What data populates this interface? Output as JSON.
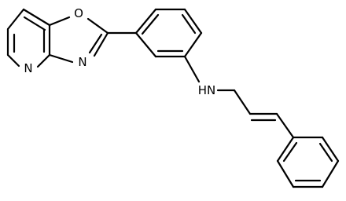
{
  "molecule": {
    "atoms": [
      {
        "id": "O1",
        "label": "O"
      },
      {
        "id": "N3",
        "label": "N"
      },
      {
        "id": "N4",
        "label": "N"
      },
      {
        "id": "NH",
        "label": "HN"
      }
    ]
  },
  "colors": {
    "bond": "#000000",
    "label": "#000000",
    "background": "#ffffff"
  }
}
